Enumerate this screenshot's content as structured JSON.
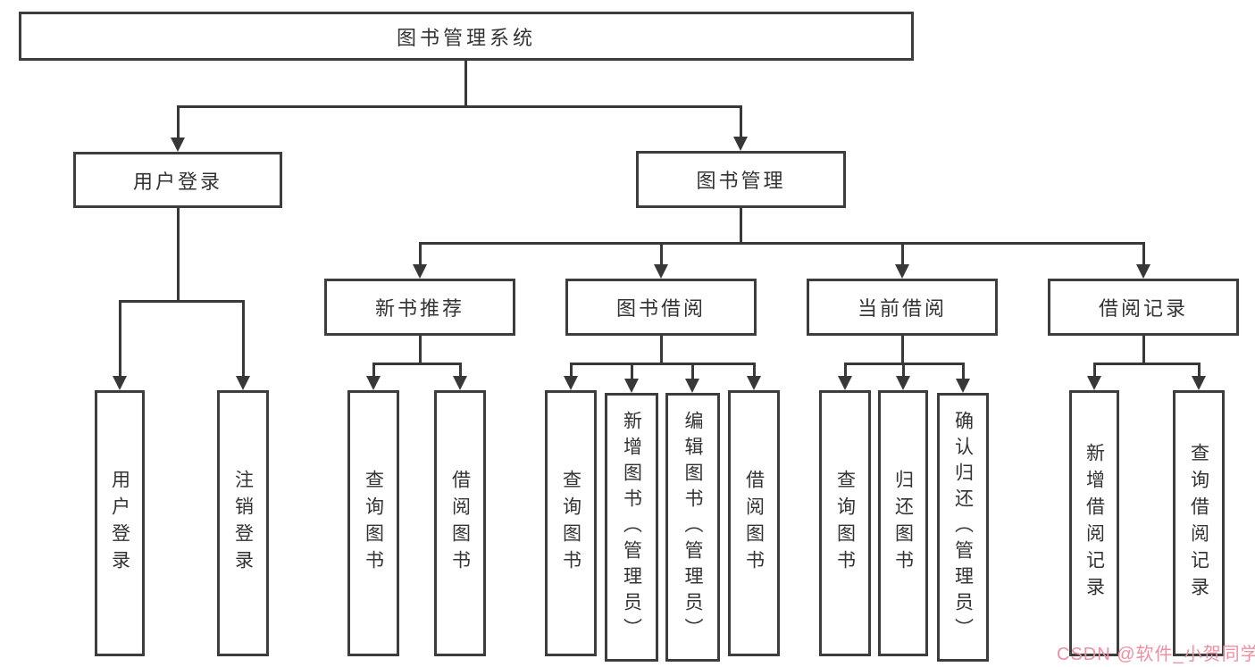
{
  "diagram": {
    "type": "hierarchy-tree",
    "tree": {
      "root": "图书管理系统",
      "branches": [
        {
          "label": "用户登录",
          "children": [
            "用户登录",
            "注销登录"
          ]
        },
        {
          "label": "图书管理",
          "children": [
            {
              "label": "新书推荐",
              "children": [
                "查询图书",
                "借阅图书"
              ]
            },
            {
              "label": "图书借阅",
              "children": [
                "查询图书",
                "新增图书（管理员）",
                "编辑图书（管理员）",
                "借阅图书"
              ]
            },
            {
              "label": "当前借阅",
              "children": [
                "查询图书",
                "归还图书",
                "确认归还（管理员）"
              ]
            },
            {
              "label": "借阅记录",
              "children": [
                "新增借阅记录",
                "查询借阅记录"
              ]
            }
          ]
        }
      ]
    }
  },
  "watermark": {
    "text": "CSDN @软件_小贺同学",
    "color": "#f08fa0"
  },
  "colors": {
    "line": "#383838",
    "border": "#3d3d3d",
    "text": "#333333",
    "background": "#ffffff"
  }
}
